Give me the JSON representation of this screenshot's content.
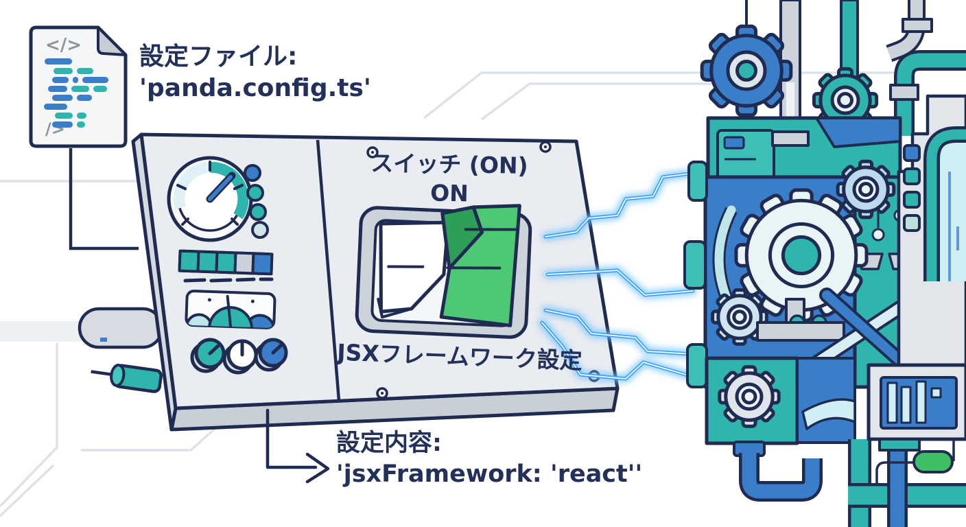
{
  "captions": {
    "config_file": {
      "line1": "設定ファイル:",
      "line2": "'panda.config.ts'"
    },
    "config_content": {
      "line1": "設定内容:",
      "line2": "'jsxFramework: 'react''"
    }
  },
  "panel": {
    "switch_caption": "スイッチ (ON)",
    "switch_state": "ON",
    "section_label": "JSXフレームワーク設定"
  },
  "icons": {
    "code_file_open_tag": "</>",
    "code_file_close_tag": "/>",
    "config_file": "code-file-icon",
    "gauge": "dial-gauge-icon",
    "indicator_lights": "led-indicator-column",
    "level_bar": "segmented-level-bar",
    "analog_meter": "needle-meter",
    "knobs": "rotary-knobs",
    "switch": "rocker-switch-on",
    "bolts": "lightning-bolts",
    "machine": "gear-machine"
  },
  "colors": {
    "ink": "#1f2b50",
    "teal": "#2fb5ae",
    "blue": "#3a7dc9",
    "green": "#4ec973",
    "green_dark": "#2f9e58",
    "light_blue": "#cfeef5",
    "panel": "#e9ecf0",
    "panel_side": "#c9cfd7",
    "bolt": "#2f9bff",
    "trace": "#dde2e8",
    "gray": "#ccd3da"
  }
}
